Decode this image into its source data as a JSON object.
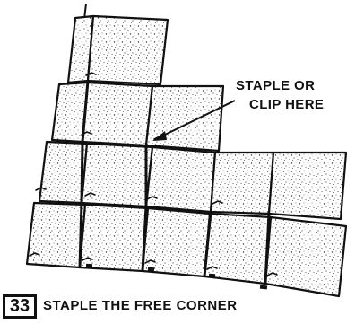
{
  "callout": {
    "line1": "STAPLE OR",
    "line2": "CLIP HERE"
  },
  "step": {
    "number": "33",
    "caption": "STAPLE THE FREE CORNER"
  },
  "illustration": {
    "subject": "overlapping-panels",
    "ink_color": "#111111",
    "paper_color": "#ffffff"
  }
}
